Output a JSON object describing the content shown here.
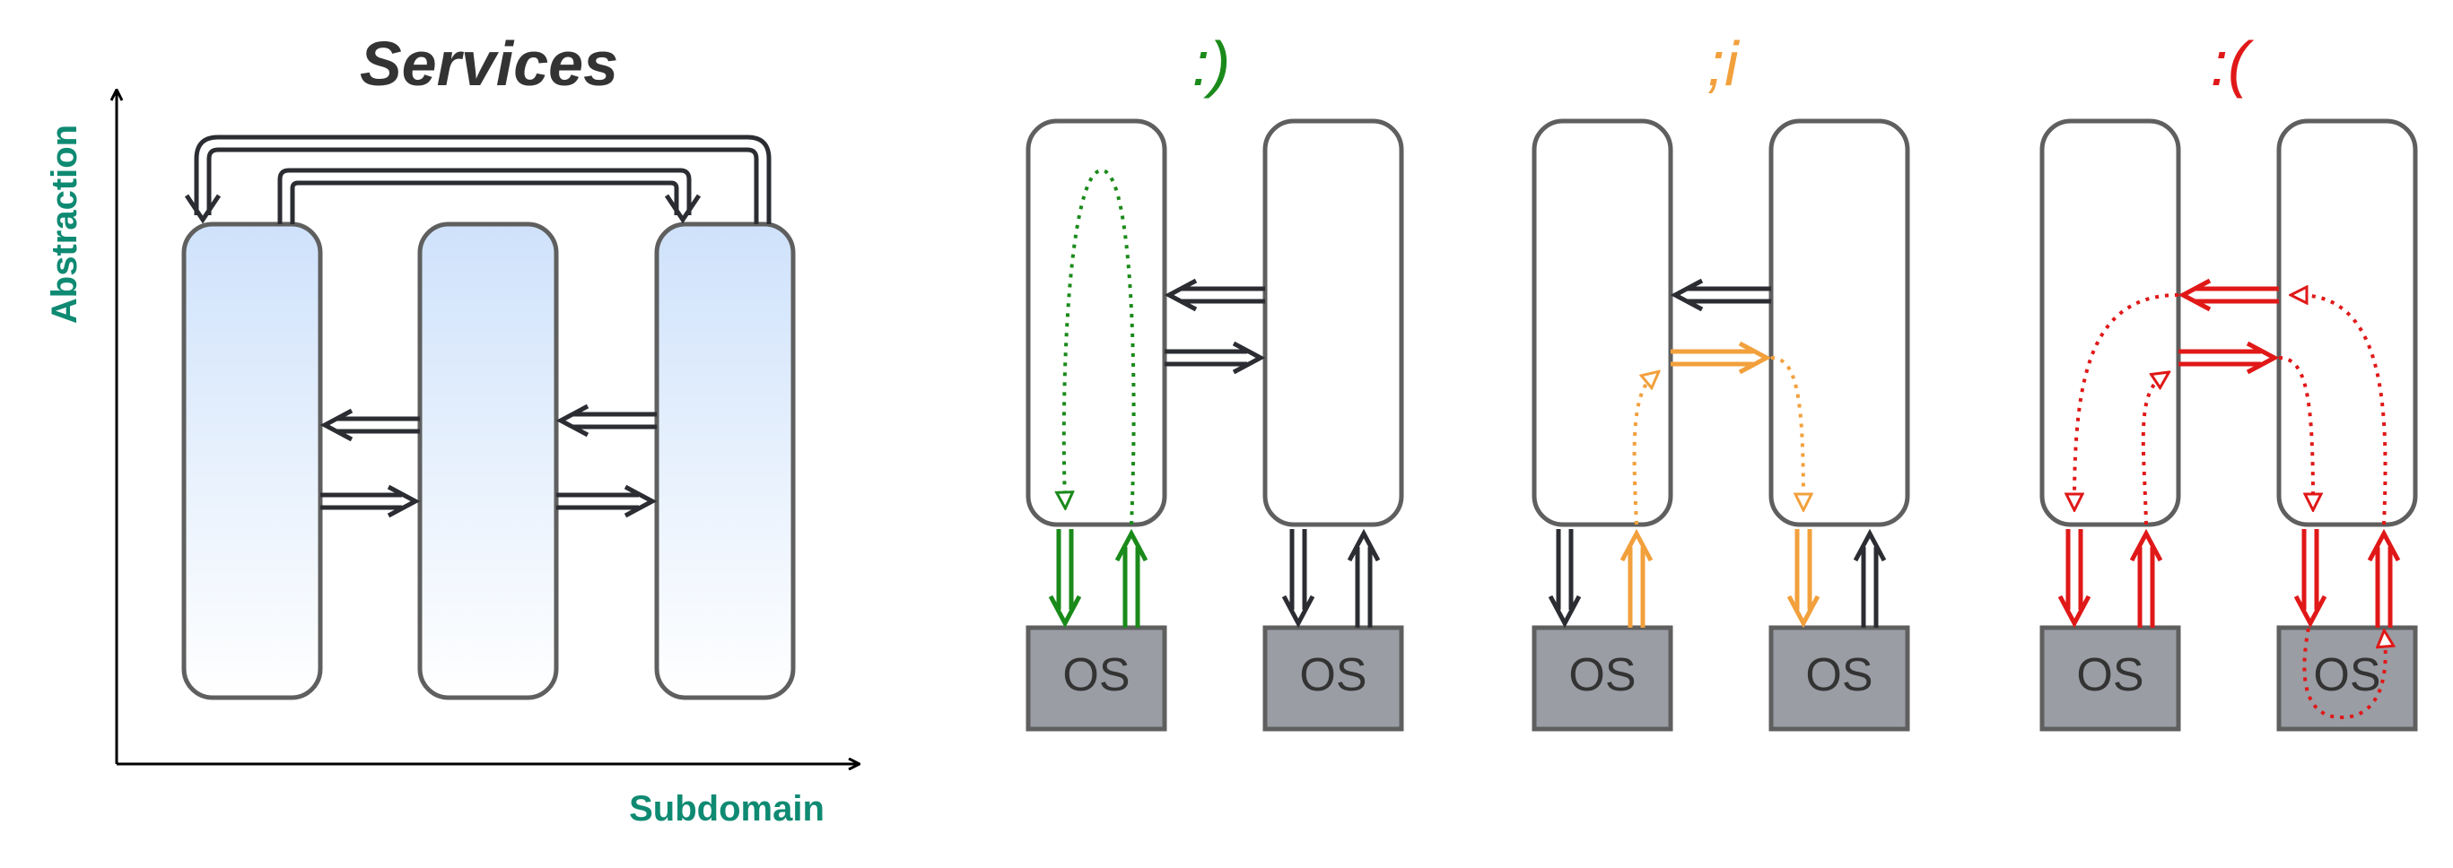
{
  "title": "Services",
  "axes": {
    "y_label": "Abstraction",
    "x_label": "Subdomain"
  },
  "panels": [
    {
      "face": ":)",
      "color": "#1a8a1a",
      "os_left": "OS",
      "os_right": "OS"
    },
    {
      "face": ";i",
      "color": "#f2a03c",
      "os_left": "OS",
      "os_right": "OS"
    },
    {
      "face": ":(",
      "color": "#e01818",
      "os_left": "OS",
      "os_right": "OS"
    }
  ],
  "colors": {
    "neutral_arrow": "#2b2d33",
    "box_stroke": "#5f5f5f",
    "service_gradient_top": "#cfe2fb",
    "service_gradient_bottom": "#ffffff",
    "os_fill": "#9a9da4"
  }
}
